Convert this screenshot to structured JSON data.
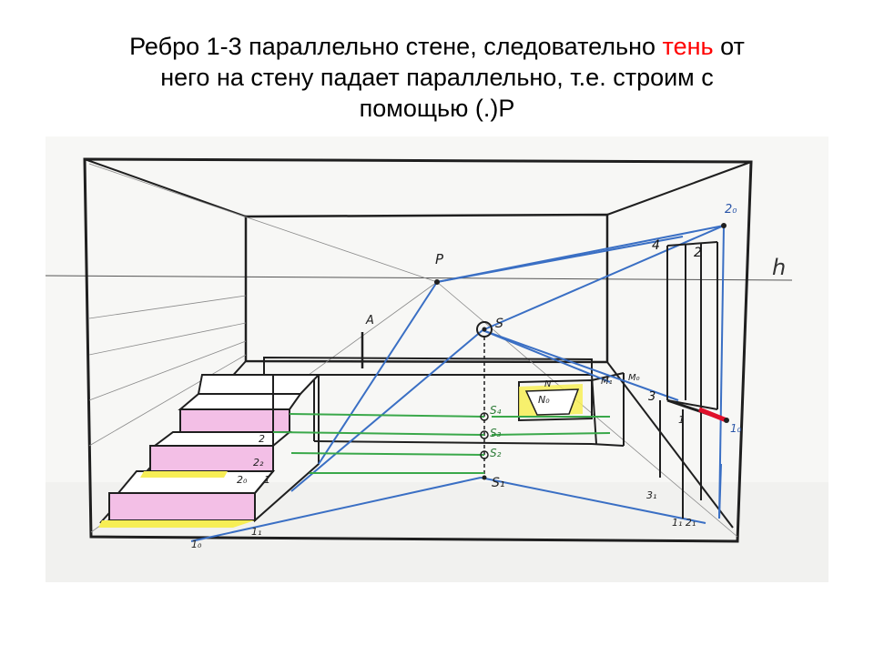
{
  "slide": {
    "title": {
      "line1_before": "Ребро 1-3 параллельно стене, следовательно ",
      "line1_accent": "тень",
      "line1_after": " от",
      "line2": "него на стену падает параллельно, т.е. строим с",
      "line3": "помощью (.)Р"
    }
  },
  "drawing": {
    "colors": {
      "pencil": "#2b2b2b",
      "blue_lines": "#3a6fc4",
      "green_lines": "#3aa84a",
      "pink_treads": "#f3bfe6",
      "yellow_shadow": "#f7ee55",
      "red_segment": "#e0102a"
    },
    "labels": {
      "horizon": "h",
      "vanishing_point": "P",
      "light_source": "S",
      "light_source_plan": "S₁",
      "point_a": "A",
      "s4": "S₄",
      "s3": "S₃",
      "s2": "S₂",
      "n0": "N₀",
      "n": "N",
      "m1": "M₁",
      "m0": "M₀",
      "p2": "2",
      "p2_0": "2₀",
      "p2_2": "2₂",
      "p2_0b": "2₀",
      "p1": "1",
      "p1_1": "1₁",
      "p1_0": "1₀",
      "door_4": "4",
      "door_2": "2",
      "door_2_0": "2₀",
      "door_3": "3",
      "door_1": "1",
      "door_1_0": "1₀",
      "door_3_1": "3₁",
      "door_1_1_2_1": "1₁ 2₁"
    }
  }
}
